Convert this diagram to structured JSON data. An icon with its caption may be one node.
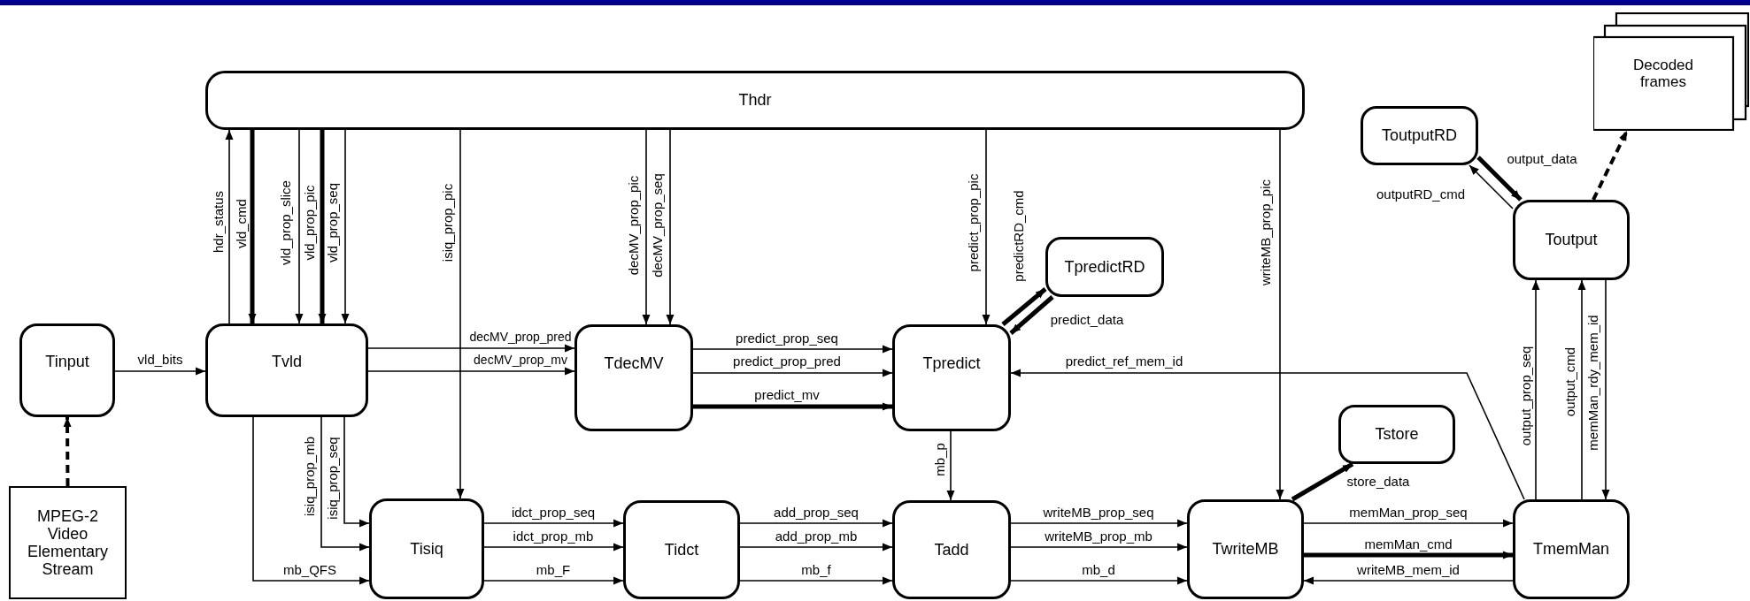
{
  "diagram": {
    "nodes": [
      {
        "text": [
          "Thdr"
        ]
      },
      {
        "text": [
          "Tinput"
        ]
      },
      {
        "text": [
          "Tvld"
        ]
      },
      {
        "text": [
          "TdecMV"
        ]
      },
      {
        "text": [
          "Tpredict"
        ]
      },
      {
        "text": [
          "TpredictRD"
        ]
      },
      {
        "text": [
          "MPEG-2 Video Elementary Stream"
        ]
      },
      {
        "text": [
          "Tisiq"
        ]
      },
      {
        "text": [
          "Tidct"
        ]
      },
      {
        "text": [
          "Tadd"
        ]
      },
      {
        "text": [
          "Tstore"
        ]
      },
      {
        "text": [
          "TwriteMB"
        ]
      },
      {
        "text": [
          "TmemMan"
        ]
      },
      {
        "text": [
          "ToutputRD"
        ]
      },
      {
        "text": [
          "Toutput"
        ]
      },
      {
        "text": [
          "Decoded frames"
        ]
      }
    ],
    "edges": [
      {
        "from": 2,
        "to": 0,
        "arrow": "to",
        "label": "hdr_status"
      },
      {
        "from": 0,
        "to": 2,
        "arrow": "to",
        "label": "vld_cmd",
        "style": "thick"
      },
      {
        "from": 0,
        "to": 2,
        "arrow": "to",
        "label": "vld_prop_slice"
      },
      {
        "from": 0,
        "to": 2,
        "arrow": "to",
        "label": "vld_prop_pic",
        "style": "thick"
      },
      {
        "from": 0,
        "to": 2,
        "arrow": "to",
        "label": "vld_prop_seq"
      },
      {
        "from": 0,
        "to": 7,
        "arrow": "to",
        "label": "isiq_prop_pic"
      },
      {
        "from": 0,
        "to": 3,
        "arrow": "to",
        "label": "decMV_prop_pic"
      },
      {
        "from": 0,
        "to": 3,
        "arrow": "to",
        "label": "decMV_prop_seq"
      },
      {
        "from": 0,
        "to": 4,
        "arrow": "to",
        "label": "predict_prop_pic"
      },
      {
        "from": 4,
        "to": 5,
        "arrow": "to",
        "label": "predictRD_cmd",
        "style": "thick"
      },
      {
        "from": 5,
        "to": 4,
        "arrow": "to",
        "label": "predict_data",
        "style": "thick"
      },
      {
        "from": 0,
        "to": 11,
        "arrow": "to",
        "label": "writeMB_prop_pic"
      },
      {
        "from": 1,
        "to": 2,
        "arrow": "to",
        "label": "vld_bits"
      },
      {
        "from": 6,
        "to": 1,
        "arrow": "to",
        "style": "dashed"
      },
      {
        "from": 2,
        "to": 3,
        "arrow": "to",
        "label": "decMV_prop_pred"
      },
      {
        "from": 2,
        "to": 3,
        "arrow": "to",
        "label": "decMV_prop_mv"
      },
      {
        "from": 3,
        "to": 4,
        "arrow": "to",
        "label": "predict_prop_seq"
      },
      {
        "from": 3,
        "to": 4,
        "arrow": "to",
        "label": "predict_prop_pred"
      },
      {
        "from": 3,
        "to": 4,
        "arrow": "to",
        "label": "predict_mv",
        "style": "thick"
      },
      {
        "from": 12,
        "to": 4,
        "arrow": "to",
        "label": "predict_ref_mem_id"
      },
      {
        "from": 4,
        "to": 9,
        "arrow": "to",
        "label": "mb_p"
      },
      {
        "from": 2,
        "to": 7,
        "arrow": "to",
        "label": "isiq_prop_mb"
      },
      {
        "from": 2,
        "to": 7,
        "arrow": "to",
        "label": "isiq_prop_seq"
      },
      {
        "from": 2,
        "to": 7,
        "arrow": "to",
        "label": "mb_QFS"
      },
      {
        "from": 7,
        "to": 8,
        "arrow": "to",
        "label": "idct_prop_seq"
      },
      {
        "from": 7,
        "to": 8,
        "arrow": "to",
        "label": "idct_prop_mb"
      },
      {
        "from": 7,
        "to": 8,
        "arrow": "to",
        "label": "mb_F"
      },
      {
        "from": 8,
        "to": 9,
        "arrow": "to",
        "label": "add_prop_seq"
      },
      {
        "from": 8,
        "to": 9,
        "arrow": "to",
        "label": "add_prop_mb"
      },
      {
        "from": 8,
        "to": 9,
        "arrow": "to",
        "label": "mb_f"
      },
      {
        "from": 9,
        "to": 11,
        "arrow": "to",
        "label": "writeMB_prop_seq"
      },
      {
        "from": 9,
        "to": 11,
        "arrow": "to",
        "label": "writeMB_prop_mb"
      },
      {
        "from": 9,
        "to": 11,
        "arrow": "to",
        "label": "mb_d"
      },
      {
        "from": 11,
        "to": 10,
        "arrow": "to",
        "label": "store_data",
        "style": "thick"
      },
      {
        "from": 11,
        "to": 12,
        "arrow": "to",
        "label": "memMan_prop_seq"
      },
      {
        "from": 11,
        "to": 12,
        "arrow": "to",
        "label": "memMan_cmd",
        "style": "thick"
      },
      {
        "from": 12,
        "to": 11,
        "arrow": "to",
        "label": "writeMB_mem_id"
      },
      {
        "from": 12,
        "to": 14,
        "arrow": "to",
        "label": "output_prop_seq"
      },
      {
        "from": 12,
        "to": 14,
        "arrow": "to",
        "label": "output_cmd"
      },
      {
        "from": 14,
        "to": 12,
        "arrow": "to",
        "label": "memMan_rdy_mem_id"
      },
      {
        "from": 13,
        "to": 14,
        "arrow": "to",
        "label": "output_data",
        "style": "thick"
      },
      {
        "from": 14,
        "to": 13,
        "arrow": "to",
        "label": "outputRD_cmd"
      },
      {
        "from": 14,
        "to": 15,
        "arrow": "to",
        "style": "dashed"
      }
    ]
  }
}
